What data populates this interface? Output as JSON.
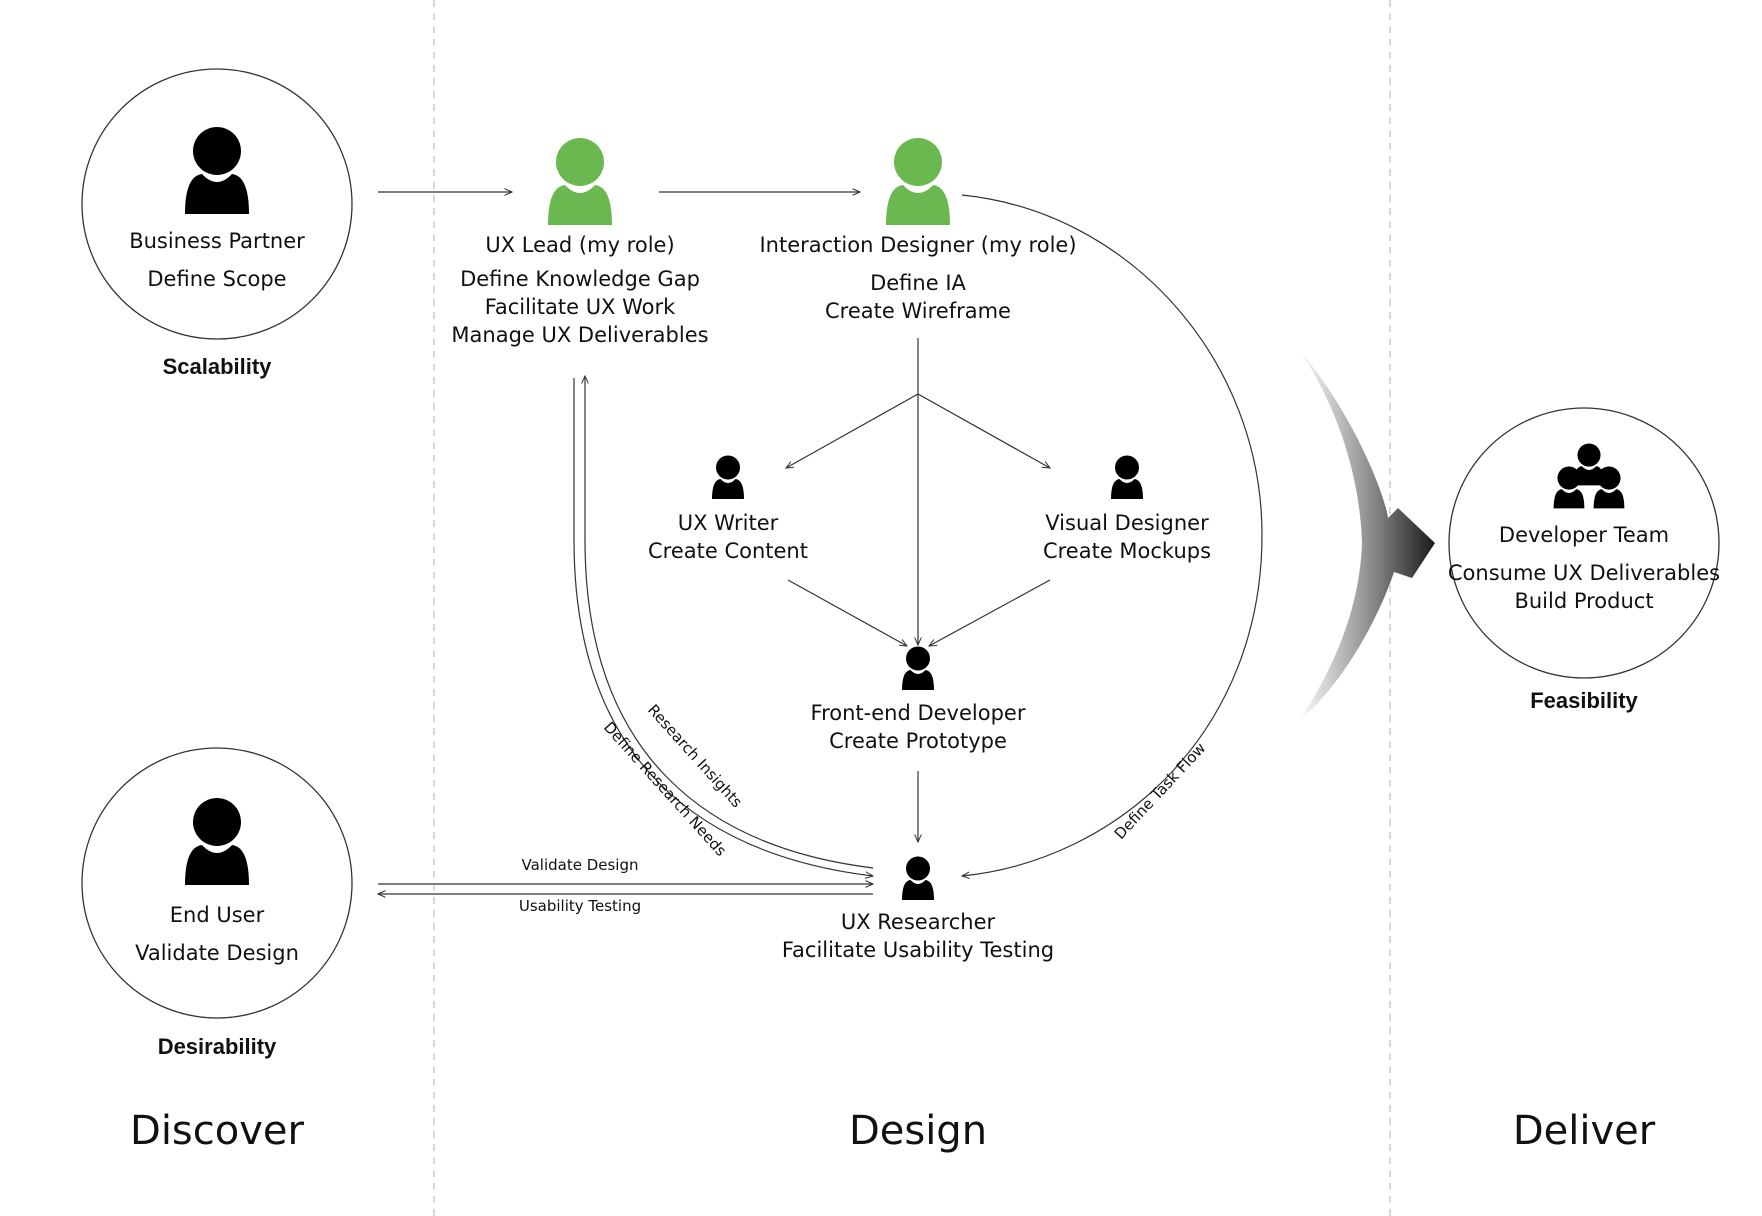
{
  "phases": {
    "discover": "Discover",
    "design": "Design",
    "deliver": "Deliver"
  },
  "business_partner": {
    "role": "Business Partner",
    "task": "Define Scope",
    "caption": "Scalability"
  },
  "end_user": {
    "role": "End User",
    "task": "Validate Design",
    "caption": "Desirability"
  },
  "ux_lead": {
    "role": "UX Lead (my role)",
    "tasks": [
      "Define Knowledge Gap",
      "Facilitate UX Work",
      "Manage UX Deliverables"
    ]
  },
  "interaction_designer": {
    "role": "Interaction Designer (my role)",
    "tasks": [
      "Define IA",
      "Create Wireframe"
    ]
  },
  "ux_writer": {
    "role": "UX Writer",
    "task": "Create Content"
  },
  "visual_designer": {
    "role": "Visual Designer",
    "task": "Create Mockups"
  },
  "frontend_developer": {
    "role": "Front-end Developer",
    "task": "Create Prototype"
  },
  "ux_researcher": {
    "role": "UX Researcher",
    "task": "Facilitate Usability Testing"
  },
  "developer_team": {
    "role": "Developer Team",
    "tasks": [
      "Consume UX Deliverables",
      "Build Product"
    ],
    "caption": "Feasibility"
  },
  "edges": {
    "validate_design": "Validate Design",
    "usability_testing": "Usability Testing",
    "research_insights": "Research Insights",
    "define_research_needs": "Define Research Needs",
    "define_task_flow": "Define Task Flow"
  },
  "colors": {
    "accent_green": "#6ab84f",
    "line": "#333333",
    "divider": "#cccccc",
    "icon": "#000000"
  },
  "icons": {
    "person": "person-icon",
    "person_highlight": "person-icon-green",
    "group": "group-icon",
    "handoff": "handoff-arrow-icon"
  }
}
